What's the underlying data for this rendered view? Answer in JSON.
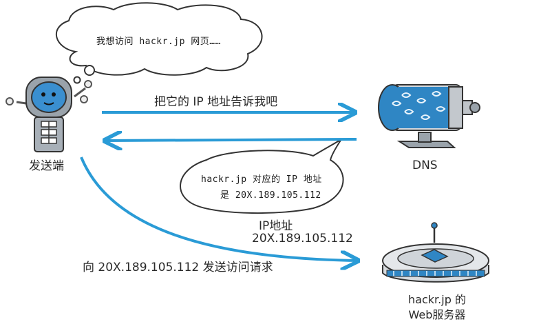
{
  "bubble_top": {
    "text": "我想访问 hackr.jp 网页……"
  },
  "bubble_dns_reply": {
    "line1": "hackr.jp 对应的 IP 地址",
    "line2": "是 20X.189.105.112"
  },
  "labels": {
    "client": "发送端",
    "dns": "DNS",
    "query_arrow": "把它的 IP 地址告诉我吧",
    "ip_label_line1": "IP地址",
    "ip_label_line2": "20X.189.105.112",
    "request_arrow": "向 20X.189.105.112 发送访问请求",
    "server_line1": "hackr.jp 的",
    "server_line2": "Web服务器"
  },
  "colors": {
    "arrow": "#2a9bd6",
    "robot_face": "#3a8fd0",
    "dns_pattern": "#2f86c4",
    "server_stripe": "#2f86c4"
  },
  "icons": [
    "robot-client-icon",
    "dns-server-icon",
    "web-server-icon"
  ]
}
